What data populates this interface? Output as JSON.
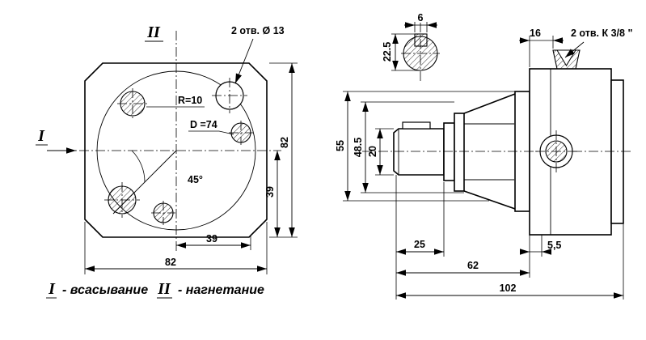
{
  "colors": {
    "ink": "#000000",
    "paper": "#ffffff"
  },
  "front_view": {
    "port_top_label": "II",
    "port_left_label": "I",
    "holes_note": "2 отв. Ø 13",
    "radius_label": "R=10",
    "diameter_label": "D =74",
    "angle_label": "45°",
    "dims": {
      "height": "82",
      "height_half": "39",
      "width_half": "39",
      "width": "82"
    }
  },
  "side_view": {
    "key_detail": {
      "width": "6",
      "height": "22.5"
    },
    "ports_note": "2 отв. К 3/8 \"",
    "dims": {
      "flange_thickness": "16",
      "body_height": "55",
      "mount_height": "48.5",
      "shaft_dia": "20",
      "shaft_length": "25",
      "step": "5,5",
      "body_length": "62",
      "total_length": "102"
    }
  },
  "legend": {
    "suction_symbol": "I",
    "suction_text": "- всасывание",
    "discharge_symbol": "II",
    "discharge_text": "- нагнетание"
  }
}
